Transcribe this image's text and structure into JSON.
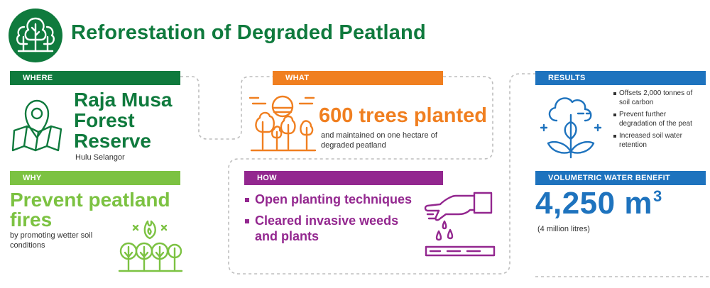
{
  "header": {
    "title": "Reforestation of Degraded Peatland",
    "icon": "forest-icon"
  },
  "where": {
    "label": "WHERE",
    "place_line1": "Raja Musa",
    "place_line2": "Forest",
    "place_line3": "Reserve",
    "district": "Hulu Selangor",
    "icon": "map-pin-icon"
  },
  "why": {
    "label": "WHY",
    "headline_line1": "Prevent peatland",
    "headline_line2": "fires",
    "description": "by promoting wetter soil conditions",
    "icon": "forest-fire-icon"
  },
  "what": {
    "label": "WHAT",
    "headline": "600 trees planted",
    "description": "and maintained on one hectare of degraded peatland",
    "icon": "trees-sun-icon"
  },
  "how": {
    "label": "HOW",
    "items": [
      "Open planting techniques",
      "Cleared invasive weeds and plants"
    ],
    "icon": "hand-watering-icon"
  },
  "results": {
    "label": "RESULTS",
    "items": [
      "Offsets 2,000 tonnes of soil carbon",
      "Prevent further degradation of the peat",
      "Increased soil water retention"
    ],
    "icon": "cloud-leaf-icon"
  },
  "water": {
    "label": "VOLUMETRIC WATER BENEFIT",
    "value": "4,250 m",
    "unit_power": "3",
    "note": "(4 million litres)"
  },
  "colors": {
    "green": "#0f7a3d",
    "light_green": "#7cc242",
    "orange": "#f07f20",
    "purple": "#93278f",
    "blue": "#1e73be"
  }
}
